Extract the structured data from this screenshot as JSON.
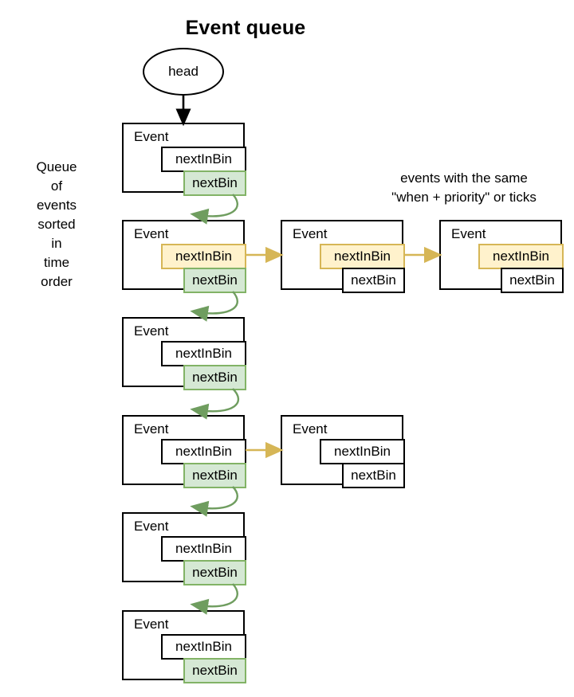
{
  "diagram": {
    "title": "Event queue",
    "head_node_label": "head",
    "left_note": "Queue\nof\nevents\nsorted\nin\ntime\norder",
    "right_note": "events with the same\n\"when + priority\" or ticks",
    "colors": {
      "green_fill": "#d5e8d4",
      "green_stroke": "#82b366",
      "orange_fill": "#fff2cc",
      "orange_stroke": "#d6b656",
      "box_stroke": "#000000",
      "green_arrow": "#6f9d5f",
      "orange_arrow": "#d6b656",
      "background": "#ffffff"
    },
    "labels": {
      "event": "Event",
      "next_in_bin": "nextInBin",
      "next_bin": "nextBin"
    },
    "main_column": [
      {
        "id": "event-1",
        "event": "Event",
        "next_in_bin": "nextInBin",
        "next_bin": "nextBin",
        "next_in_bin_highlight": "none",
        "next_bin_highlight": "green"
      },
      {
        "id": "event-2",
        "event": "Event",
        "next_in_bin": "nextInBin",
        "next_bin": "nextBin",
        "next_in_bin_highlight": "orange",
        "next_bin_highlight": "green"
      },
      {
        "id": "event-3",
        "event": "Event",
        "next_in_bin": "nextInBin",
        "next_bin": "nextBin",
        "next_in_bin_highlight": "none",
        "next_bin_highlight": "green"
      },
      {
        "id": "event-4",
        "event": "Event",
        "next_in_bin": "nextInBin",
        "next_bin": "nextBin",
        "next_in_bin_highlight": "none",
        "next_bin_highlight": "green"
      },
      {
        "id": "event-5",
        "event": "Event",
        "next_in_bin": "nextInBin",
        "next_bin": "nextBin",
        "next_in_bin_highlight": "none",
        "next_bin_highlight": "green"
      },
      {
        "id": "event-6",
        "event": "Event",
        "next_in_bin": "nextInBin",
        "next_bin": "nextBin",
        "next_in_bin_highlight": "none",
        "next_bin_highlight": "green"
      }
    ],
    "bin_chain_row2": [
      {
        "id": "event-2b",
        "event": "Event",
        "next_in_bin": "nextInBin",
        "next_bin": "nextBin",
        "next_in_bin_highlight": "orange",
        "next_bin_highlight": "none"
      },
      {
        "id": "event-2c",
        "event": "Event",
        "next_in_bin": "nextInBin",
        "next_bin": "nextBin",
        "next_in_bin_highlight": "orange",
        "next_bin_highlight": "none"
      }
    ],
    "bin_chain_row4": [
      {
        "id": "event-4b",
        "event": "Event",
        "next_in_bin": "nextInBin",
        "next_bin": "nextBin",
        "next_in_bin_highlight": "none",
        "next_bin_highlight": "none"
      }
    ]
  }
}
